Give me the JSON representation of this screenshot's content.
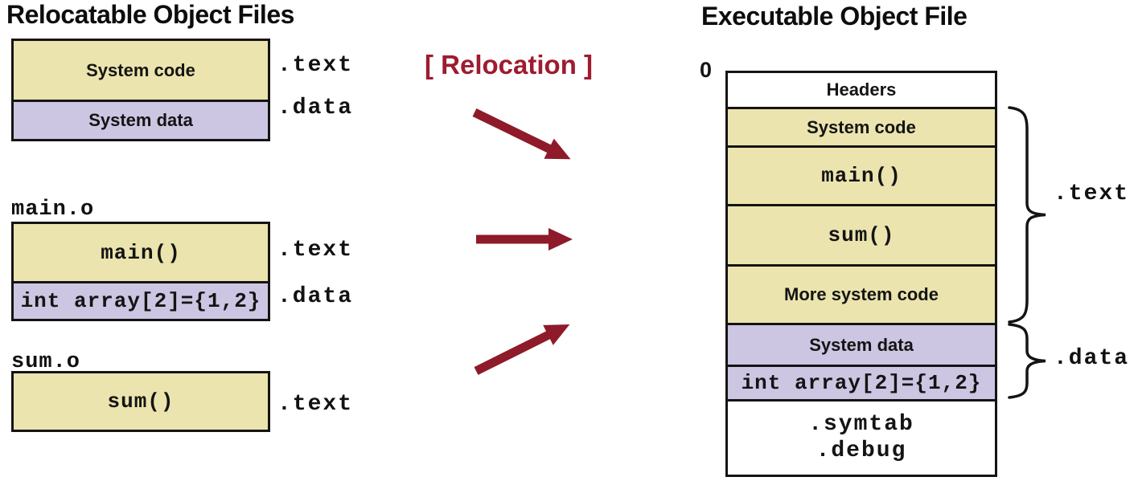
{
  "colors": {
    "box_tan": "#ebe4ae",
    "box_lavender": "#ccc6e2",
    "relocation_red": "#9e1b30",
    "arrow_red": "#8e1a2a",
    "line_black": "#141414"
  },
  "left": {
    "title": "Relocatable Object Files",
    "system_file": {
      "code_label": "System code",
      "data_label": "System data",
      "text_tag": ".text",
      "data_tag": ".data"
    },
    "main_file": {
      "name": "main.o",
      "code_label": "main()",
      "data_label": "int array[2]={1,2}",
      "text_tag": ".text",
      "data_tag": ".data"
    },
    "sum_file": {
      "name": "sum.o",
      "code_label": "sum()",
      "text_tag": ".text"
    }
  },
  "center": {
    "label": "[ Relocation ]"
  },
  "right": {
    "title": "Executable Object File",
    "address_origin": "0",
    "sections": [
      {
        "label": "Headers"
      },
      {
        "label": "System code"
      },
      {
        "label": "main()"
      },
      {
        "label": "sum()"
      },
      {
        "label": "More system code"
      },
      {
        "label": "System data"
      },
      {
        "label": "int array[2]={1,2}"
      },
      {
        "line1": ".symtab",
        "line2": ".debug"
      }
    ],
    "text_brace_label": ".text",
    "data_brace_label": ".data"
  }
}
